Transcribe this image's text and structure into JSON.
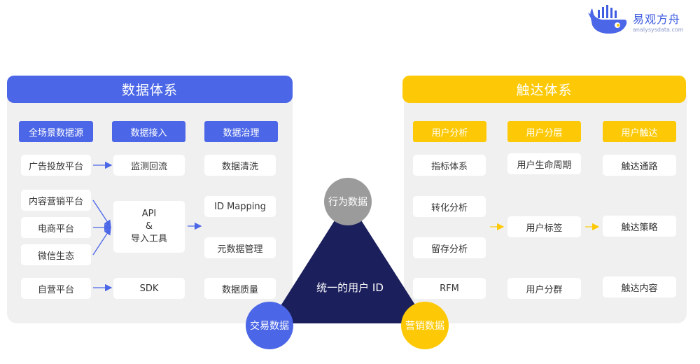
{
  "logo": {
    "name": "易观方舟",
    "url": "analysysdata.com"
  },
  "data_system": {
    "title": "数据体系",
    "columns": [
      "全场景数据源",
      "数据接入",
      "数据治理"
    ],
    "sources": [
      "广告投放平台",
      "内容营销平台",
      "电商平台",
      "微信生态",
      "自营平台"
    ],
    "access": {
      "monitor": "监测回流",
      "api_lines": [
        "API",
        "&",
        "导入工具"
      ],
      "sdk": "SDK"
    },
    "governance": [
      "数据清洗",
      "ID Mapping",
      "元数据管理",
      "数据质量"
    ]
  },
  "reach_system": {
    "title": "触达体系",
    "columns": [
      "用户分析",
      "用户分层",
      "用户触达"
    ],
    "analysis": [
      "指标体系",
      "转化分析",
      "留存分析",
      "RFM"
    ],
    "layering": [
      "用户生命周期",
      "用户标签",
      "用户分群"
    ],
    "reach": [
      "触达通路",
      "触达策略",
      "触达内容"
    ]
  },
  "center": {
    "title": "统一的用户 ID",
    "behavior": "行为数据",
    "transaction": "交易数据",
    "marketing": "营销数据"
  },
  "colors": {
    "blue": "#4b66e6",
    "yellow": "#fdc906",
    "navy": "#1b1f5c",
    "gray": "#9b9b9b",
    "panel": "#f0f0f0"
  }
}
